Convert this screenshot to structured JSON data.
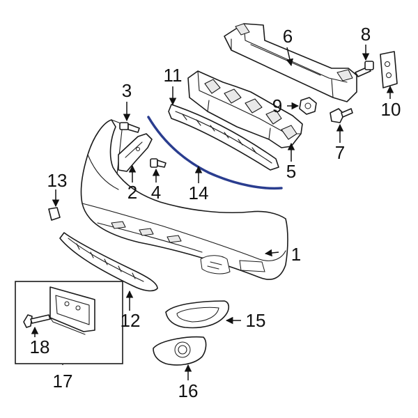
{
  "diagram": {
    "accent_color": "#2a3d8f",
    "callouts": [
      {
        "id": "1",
        "label": "1"
      },
      {
        "id": "2",
        "label": "2"
      },
      {
        "id": "3",
        "label": "3"
      },
      {
        "id": "4",
        "label": "4"
      },
      {
        "id": "5",
        "label": "5"
      },
      {
        "id": "6",
        "label": "6"
      },
      {
        "id": "7",
        "label": "7"
      },
      {
        "id": "8",
        "label": "8"
      },
      {
        "id": "9",
        "label": "9"
      },
      {
        "id": "10",
        "label": "10"
      },
      {
        "id": "11",
        "label": "11"
      },
      {
        "id": "12",
        "label": "12"
      },
      {
        "id": "13",
        "label": "13"
      },
      {
        "id": "14",
        "label": "14"
      },
      {
        "id": "15",
        "label": "15"
      },
      {
        "id": "16",
        "label": "16"
      },
      {
        "id": "17",
        "label": "17"
      },
      {
        "id": "18",
        "label": "18"
      }
    ]
  }
}
